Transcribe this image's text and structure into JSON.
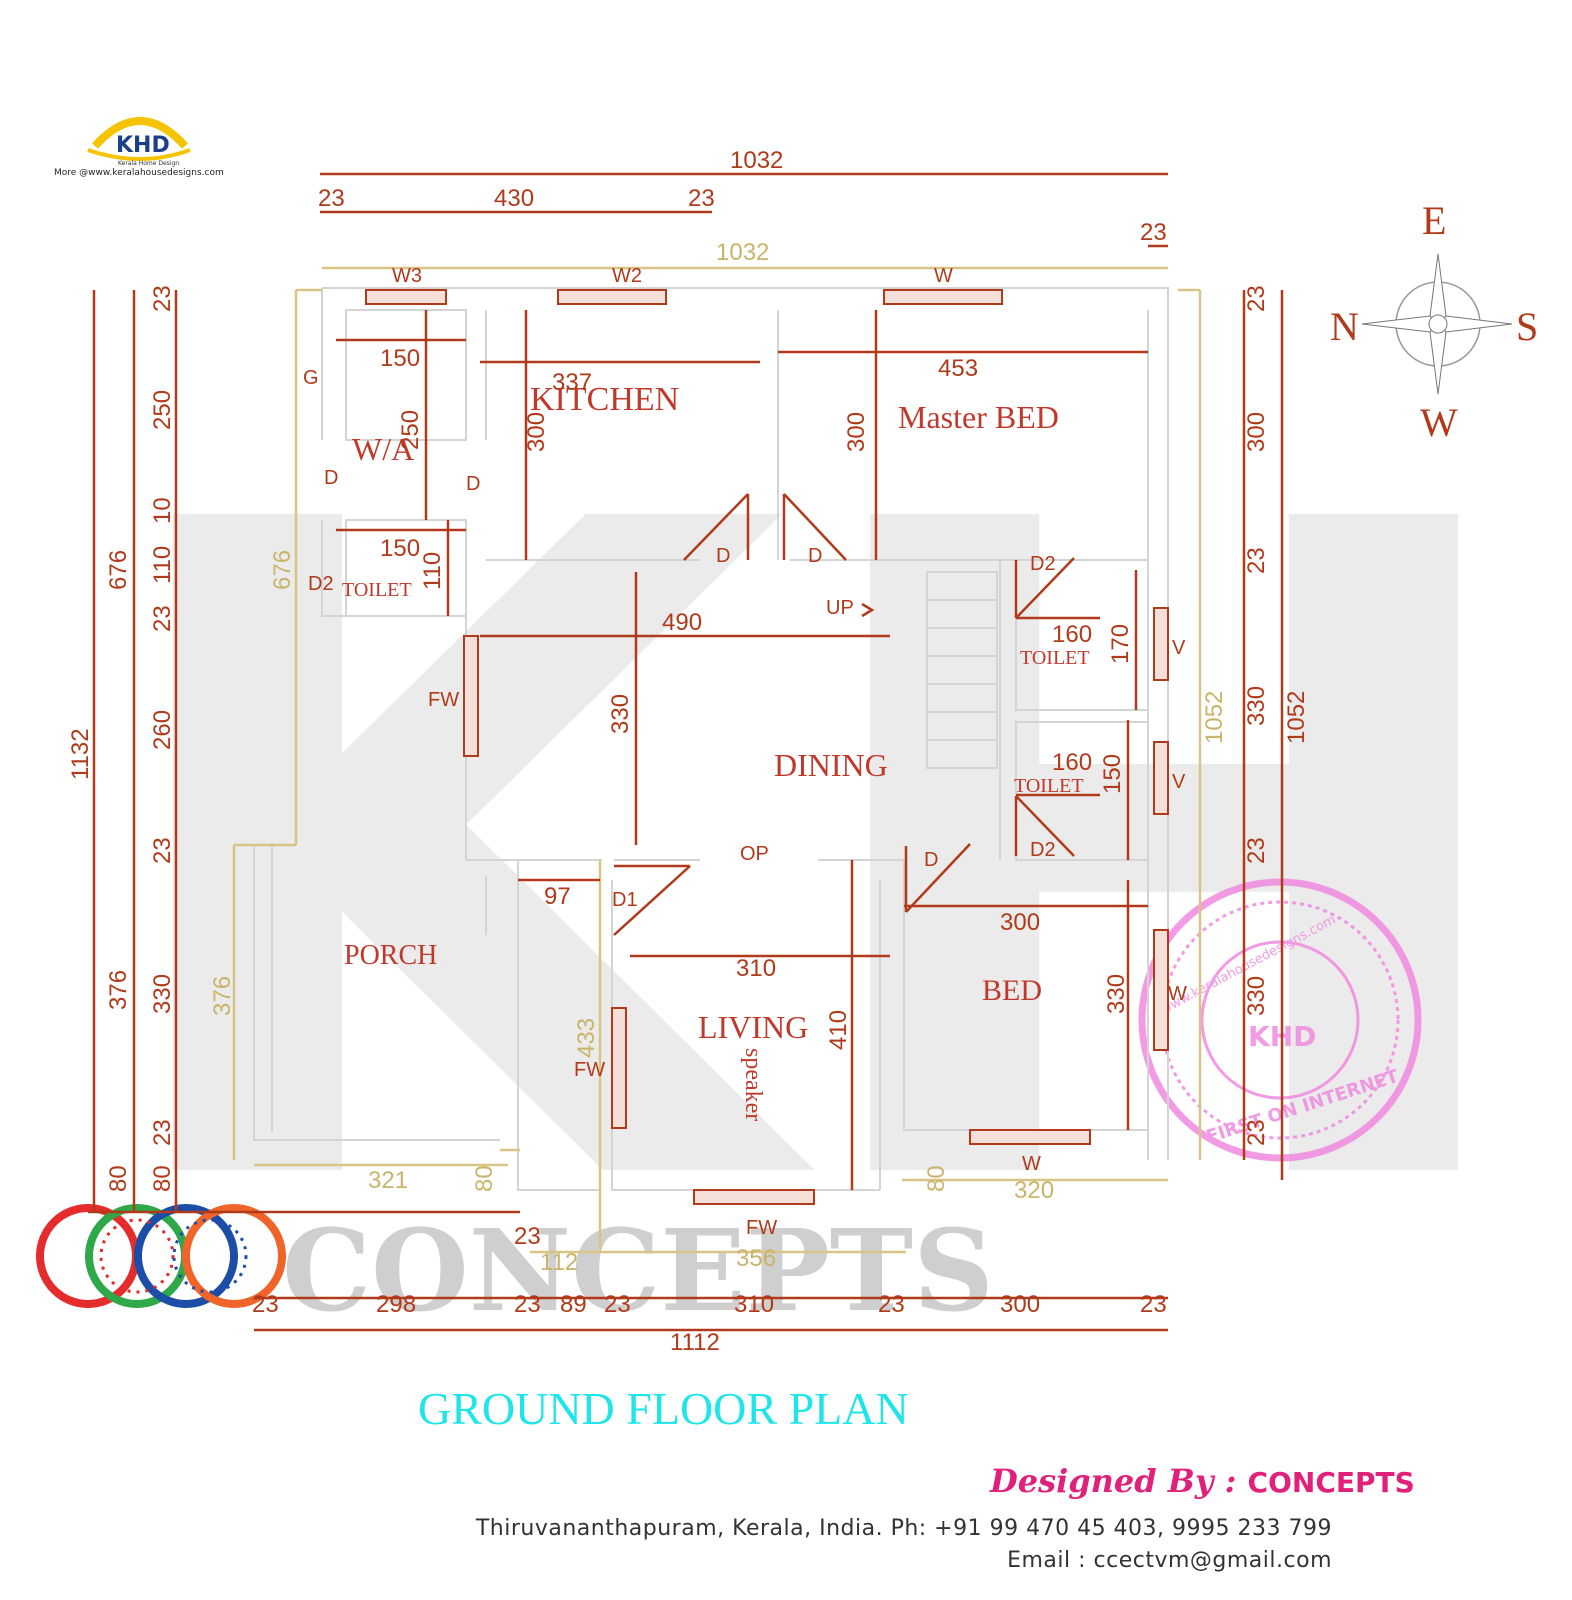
{
  "title": "GROUND FLOOR PLAN",
  "logo": {
    "text": "KHD",
    "tagline": "Kerala Home Design",
    "link": "More @www.keralahousedesigns.com"
  },
  "watermark": {
    "letters": "KHD",
    "brand": "CONCEPTS",
    "stamp_text": "www.keralahousedesigns.com",
    "stamp_bottom": "FIRST ON INTERNET"
  },
  "compass": {
    "n": "N",
    "e": "E",
    "s": "S",
    "w": "W"
  },
  "rooms": {
    "kitchen": "KITCHEN",
    "master_bed": "Master BED",
    "wa": "W/A",
    "toilet_left": "TOILET",
    "toilet_right_top": "TOILET",
    "toilet_right_bottom": "TOILET",
    "dining": "DINING",
    "porch": "PORCH",
    "living": "LIVING",
    "bed": "BED",
    "speaker": "speaker"
  },
  "tags": {
    "w3": "W3",
    "w2": "W2",
    "w_top": "W",
    "g": "G",
    "d_wa1": "D",
    "d_wa2": "D",
    "d2_left": "D2",
    "d_kitchen": "D",
    "d_master": "D",
    "d2_rt": "D2",
    "d2_rb": "D2",
    "v_top": "V",
    "v_bottom": "V",
    "up": "UP",
    "fw_dining": "FW",
    "op": "OP",
    "d1": "D1",
    "d_bed": "D",
    "fw_living": "FW",
    "w_bed_side": "W",
    "w_bed_bottom": "W",
    "fw_bottom": "FW"
  },
  "dimensions": {
    "top_total": "1032",
    "top_inner": "1032",
    "top_23a": "23",
    "top_430": "430",
    "top_23b": "23",
    "top_right_23": "23",
    "wa_150a": "150",
    "wa_250": "250",
    "wa_150b": "150",
    "wa_110": "110",
    "kitchen_337": "337",
    "kitchen_300": "300",
    "master_453": "453",
    "master_300": "300",
    "dining_490": "490",
    "dining_330": "330",
    "toilet_160a": "160",
    "toilet_170": "170",
    "toilet_160b": "160",
    "toilet_150": "150",
    "porch_97": "97",
    "porch_433": "433",
    "porch_376": "376",
    "porch_321": "321",
    "porch_80": "80",
    "living_310": "310",
    "living_410": "410",
    "living_356": "356",
    "bed_300": "300",
    "bed_330": "330",
    "bed_320": "320",
    "bed_80": "80",
    "left_1132": "1132",
    "left_676a": "676",
    "left_376a": "376",
    "left_80a": "80",
    "left_23a": "23",
    "left_250": "250",
    "left_10": "10",
    "left_110": "110",
    "left_23b": "23",
    "left_260": "260",
    "left_23c": "23",
    "left_330": "330",
    "left_23d": "23",
    "left_80b": "80",
    "left_676_gold": "676",
    "left_376_gold": "376",
    "right_1052_gold": "1052",
    "right_1052": "1052",
    "right_23a": "23",
    "right_300": "300",
    "right_23b": "23",
    "right_330a": "330",
    "right_23c": "23",
    "right_330b": "330",
    "right_23d": "23",
    "bottom_23a": "23",
    "bottom_298": "298",
    "bottom_23b": "23",
    "bottom_89": "89",
    "bottom_23c": "23",
    "bottom_310": "310",
    "bottom_23d": "23",
    "bottom_300": "300",
    "bottom_23e": "23",
    "bottom_1112": "1112",
    "bottom_112": "112",
    "bottom_23f": "23"
  },
  "footer": {
    "designed_by": "Designed By :",
    "brand": "CONCEPTS",
    "address": "Thiruvananthapuram, Kerala, India.  Ph: +91 99 470 45 403, 9995 233 799",
    "email": "Email : ccectvm@gmail.com"
  },
  "colors": {
    "dimension": "#b03a1a",
    "room": "#c0392b",
    "gold": "#d8c585",
    "title": "#1ee5ea",
    "designer": "#e0207a",
    "stamp": "#f08ae0"
  }
}
